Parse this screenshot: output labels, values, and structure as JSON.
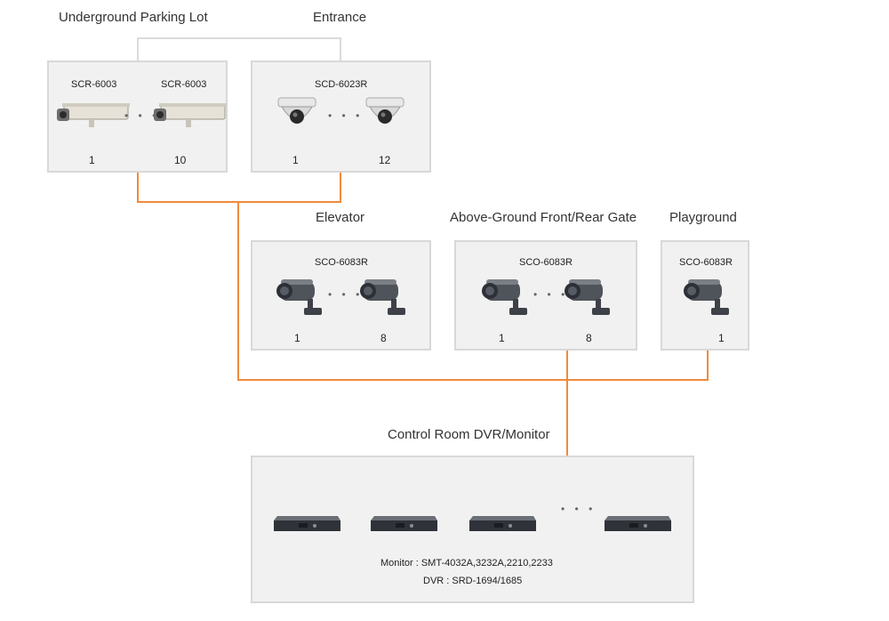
{
  "colors": {
    "wire": "#f08a3c",
    "gray_wire": "#cfcfcf",
    "box_bg": "#f1f1f1",
    "box_border": "#d8d8d8"
  },
  "sections": {
    "parking": {
      "title": "Underground Parking Lot",
      "model_a": "SCR-6003",
      "model_b": "SCR-6003",
      "num_first": "1",
      "num_last": "10",
      "dots": "• • •",
      "icon": "box-camera-icon"
    },
    "entrance": {
      "title": "Entrance",
      "model": "SCD-6023R",
      "num_first": "1",
      "num_last": "12",
      "dots": "• • •",
      "icon": "dome-camera-icon"
    },
    "elevator": {
      "title": "Elevator",
      "model": "SCO-6083R",
      "num_first": "1",
      "num_last": "8",
      "dots": "• • •",
      "icon": "bullet-camera-icon"
    },
    "gate": {
      "title": "Above-Ground Front/Rear Gate",
      "model": "SCO-6083R",
      "num_first": "1",
      "num_last": "8",
      "dots": "• • •",
      "icon": "bullet-camera-icon"
    },
    "playground": {
      "title": "Playground",
      "model": "SCO-6083R",
      "num_first": "1",
      "icon": "bullet-camera-icon"
    },
    "control": {
      "title": "Control Room DVR/Monitor",
      "dots": "• • •",
      "icon": "dvr-recorder-icon",
      "monitor": "Monitor : SMT-4032A,3232A,2210,2233",
      "dvr": "DVR : SRD-1694/1685"
    }
  }
}
